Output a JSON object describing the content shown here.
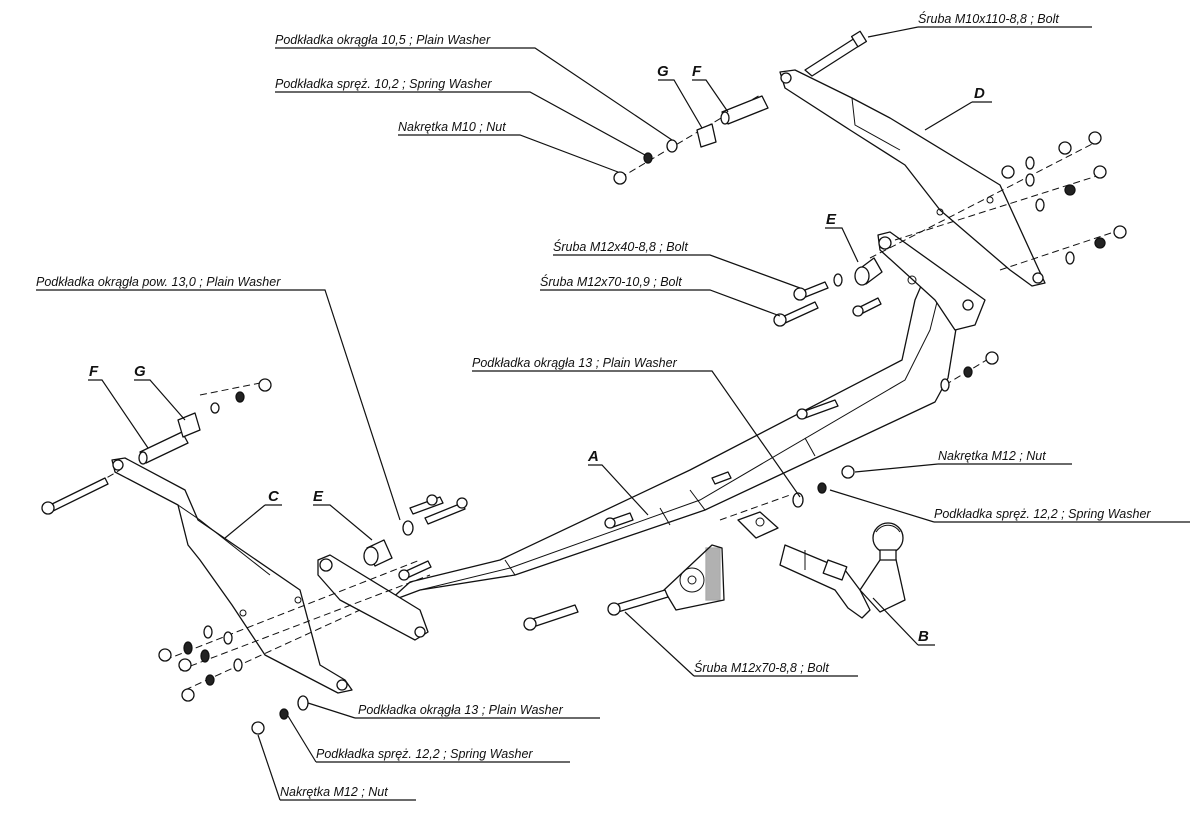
{
  "labels": {
    "bolt_m10x110": "Śruba M10x110-8,8 ;  Bolt",
    "plain_washer_10_5": "Podkładka okrągła 10,5 ; Plain Washer",
    "spring_washer_10_2": "Podkładka spręż. 10,2 ; Spring Washer",
    "nut_m10": "Nakrętka  M10 ; Nut",
    "bolt_m12x40": "Śruba M12x40-8,8 ;  Bolt",
    "bolt_m12x70_109": "Śruba M12x70-10,9 ;  Bolt",
    "plain_washer_13_0": "Podkładka okrągła pow. 13,0 ; Plain Washer",
    "plain_washer_13_top": "Podkładka okrągła 13 ; Plain Washer",
    "nut_m12_right": "Nakrętka  M12 ; Nut",
    "spring_washer_12_2_right": "Podkładka spręż. 12,2 ; Spring Washer",
    "bolt_m12x70_88": "Śruba M12x70-8,8 ;  Bolt",
    "plain_washer_13_bottom": "Podkładka okrągła 13 ; Plain Washer",
    "spring_washer_12_2_bottom": "Podkładka spręż. 12,2 ; Spring Washer",
    "nut_m12_bottom": "Nakrętka  M12 ; Nut"
  },
  "letters": {
    "A": "A",
    "B": "B",
    "C": "C",
    "D": "D",
    "E_right": "E",
    "E_left": "E",
    "F_top": "F",
    "G_top": "G",
    "F_left": "F",
    "G_left": "G"
  }
}
